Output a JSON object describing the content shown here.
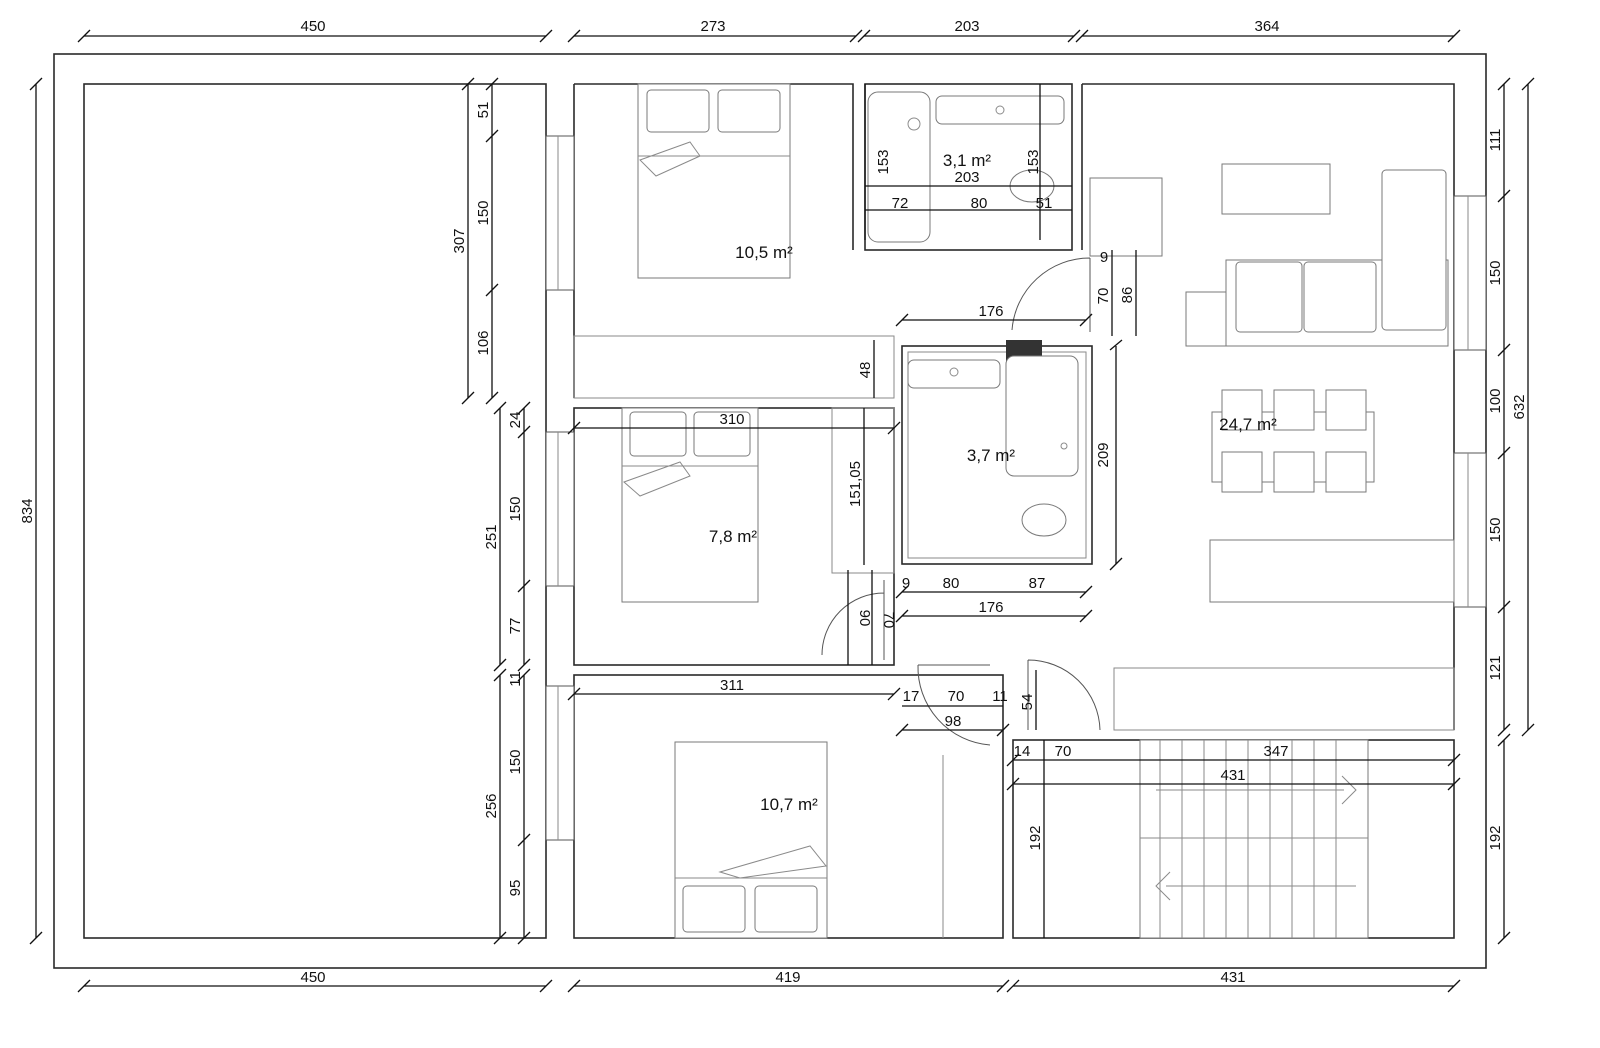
{
  "rooms": {
    "bedroom_top": "10,5 m²",
    "bedroom_middle": "7,8 m²",
    "bedroom_bottom": "10,7 m²",
    "bathroom_small": "3,1 m²",
    "bathroom_large": "3,7 m²",
    "living_room": "24,7 m²"
  },
  "dims": {
    "top_1": "450",
    "top_2": "273",
    "top_3": "203",
    "top_4": "364",
    "bottom_1": "450",
    "bottom_2": "419",
    "bottom_3": "431",
    "left_total": "834",
    "right_total": "632",
    "right_1": "111",
    "right_2": "150",
    "right_3": "100",
    "right_4": "150",
    "right_5": "121",
    "right_6": "192",
    "terrace_307": "307",
    "terrace_51": "51",
    "terrace_150": "150",
    "terrace_106": "106",
    "mid_24": "24",
    "mid_251": "251",
    "mid_150": "150",
    "mid_77": "77",
    "low_11": "11",
    "low_256": "256",
    "low_150": "150",
    "low_95": "95",
    "bath1_153a": "153",
    "bath1_153b": "153",
    "bath1_203": "203",
    "bath1_72": "72",
    "bath1_80": "80",
    "bath1_51": "51",
    "hall_176a": "176",
    "hall_70": "70",
    "hall_86": "86",
    "hall_48": "48",
    "bed2_310": "310",
    "bed2_15105": "151,05",
    "bath2_209": "209",
    "bath2_9": "9",
    "bath2_80": "80",
    "bath2_87": "87",
    "bath2_176": "176",
    "door_90": "90",
    "door_70": "70",
    "bed3_311": "311",
    "d_17": "17",
    "d_70": "70",
    "d_11": "11",
    "d_98": "98",
    "d_54": "54",
    "stair_14": "14",
    "stair_70": "70",
    "stair_347": "347",
    "stair_431": "431",
    "stair_192": "192",
    "top_9": "9"
  }
}
